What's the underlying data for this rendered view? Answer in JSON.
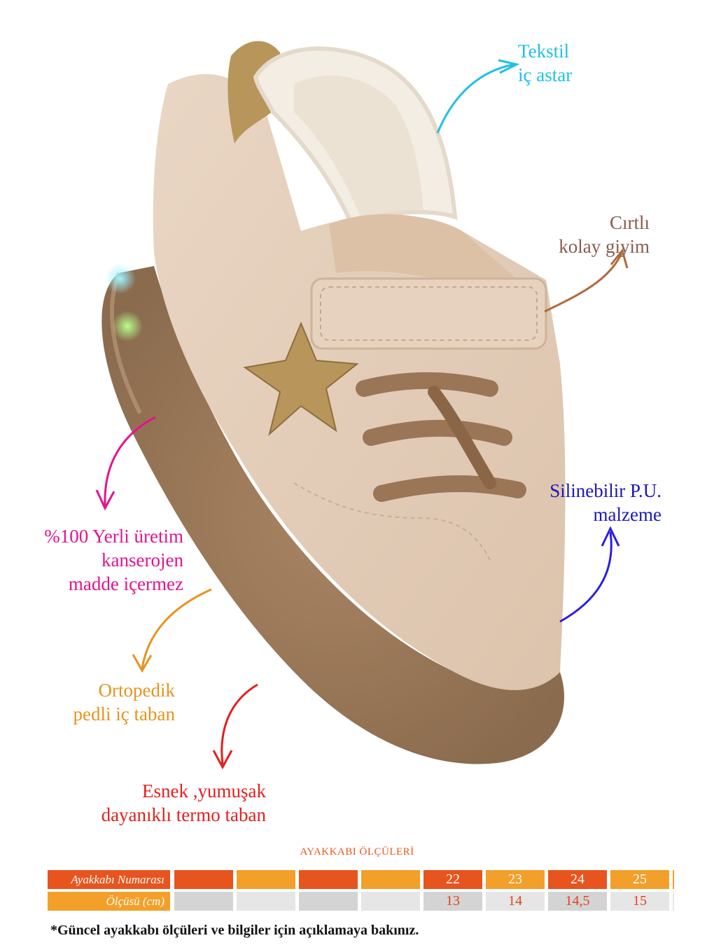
{
  "colors": {
    "tekstil": "#1ec1e6",
    "cirtli": "#8a5a4c",
    "silinebilir": "#1b17b8",
    "yerli": "#e3138f",
    "ortopedik": "#e8931e",
    "esnek": "#e31f1f",
    "table_orange": "#e8541e",
    "table_amber": "#f2a02a"
  },
  "callouts": {
    "tekstil": [
      "Tekstil",
      "iç astar"
    ],
    "cirtli": [
      "Cırtlı",
      "kolay giyim"
    ],
    "silinebilir": [
      "Silinebilir P.U.",
      "malzeme"
    ],
    "yerli": [
      "%100 Yerli üretim",
      "kanserojen",
      "madde içermez"
    ],
    "ortopedik": [
      "Ortopedik",
      "pedli iç taban"
    ],
    "esnek": [
      "Esnek ,yumuşak",
      "dayanıklı termo taban"
    ]
  },
  "size_table": {
    "title": "AYAKKABI ÖLÇÜLERİ",
    "row_labels": [
      "Ayakkabı Numarası",
      "Ölçüsü (cm)"
    ],
    "sizes": [
      "",
      "",
      "",
      "",
      "22",
      "23",
      "24",
      "25"
    ],
    "measurements": [
      "",
      "",
      "",
      "",
      "13",
      "14",
      "14,5",
      "15"
    ]
  },
  "footnote": "*Güncel ayakkabı ölçüleri ve bilgiler için açıklamaya bakınız."
}
